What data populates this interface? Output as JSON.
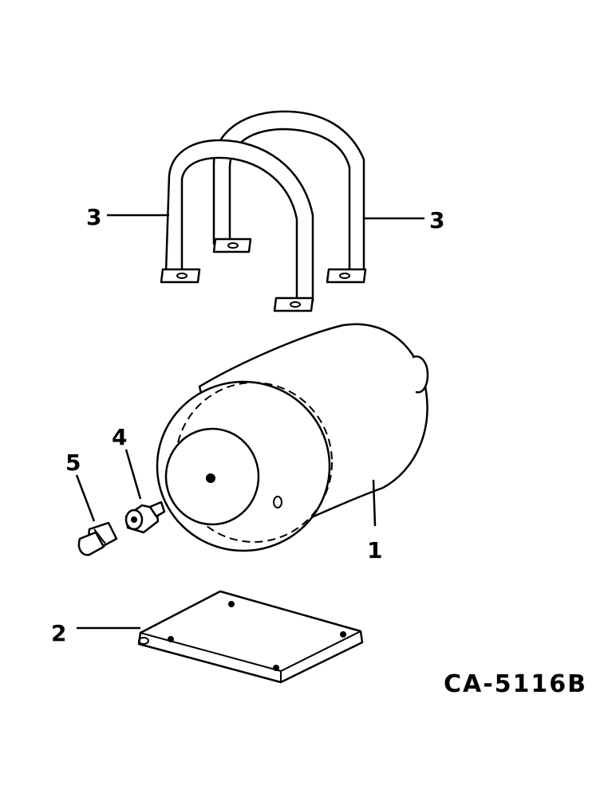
{
  "callouts": {
    "tank": "1",
    "plate": "2",
    "strap_left": "3",
    "strap_right": "3",
    "fitting": "4",
    "plug": "5"
  },
  "figure_id": "CA-5116B",
  "colors": {
    "line": "#000000",
    "background": "#ffffff"
  }
}
